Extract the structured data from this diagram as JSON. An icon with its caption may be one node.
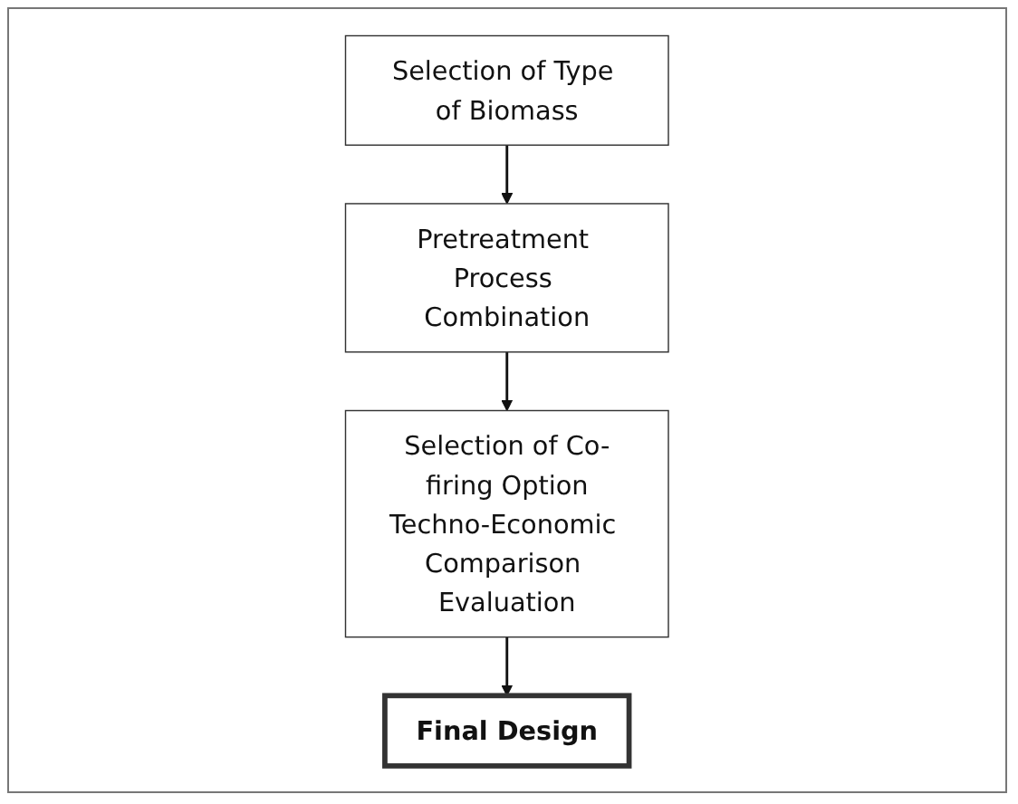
{
  "diagram": {
    "nodes": [
      {
        "text": [
          "Selection of Type of Biomass"
        ]
      },
      {
        "text": [
          "Pretreatment Process Combination"
        ]
      },
      {
        "text": [
          "Selection of Co-firing Option",
          "Techno-Economic Comparison Evaluation"
        ]
      },
      {
        "text": [
          "Final Design"
        ]
      }
    ],
    "edges": [
      {
        "from": 0,
        "to": 1,
        "arrow": "to"
      },
      {
        "from": 1,
        "to": 2,
        "arrow": "to"
      },
      {
        "from": 2,
        "to": 3,
        "arrow": "to"
      }
    ]
  }
}
